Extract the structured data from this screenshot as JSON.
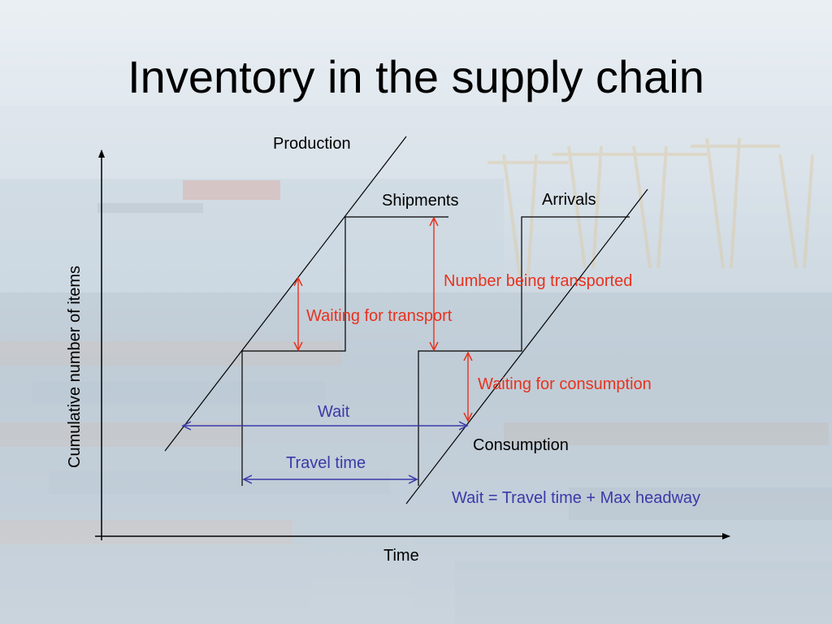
{
  "slide": {
    "title": "Inventory in the supply chain"
  },
  "axes": {
    "x_label": "Time",
    "y_label": "Cumulative number of items"
  },
  "curves": {
    "production": "Production",
    "shipments": "Shipments",
    "arrivals": "Arrivals",
    "consumption": "Consumption"
  },
  "annotations": {
    "waiting_transport": "Waiting for transport",
    "number_transported": "Number being transported",
    "waiting_consumption": "Waiting for consumption",
    "wait": "Wait",
    "travel_time": "Travel time",
    "formula": "Wait = Travel time + Max headway"
  },
  "colors": {
    "curve": "#000000",
    "red_annotation": "#e8321e",
    "blue_annotation": "#3a3aa8",
    "text": "#000000"
  }
}
